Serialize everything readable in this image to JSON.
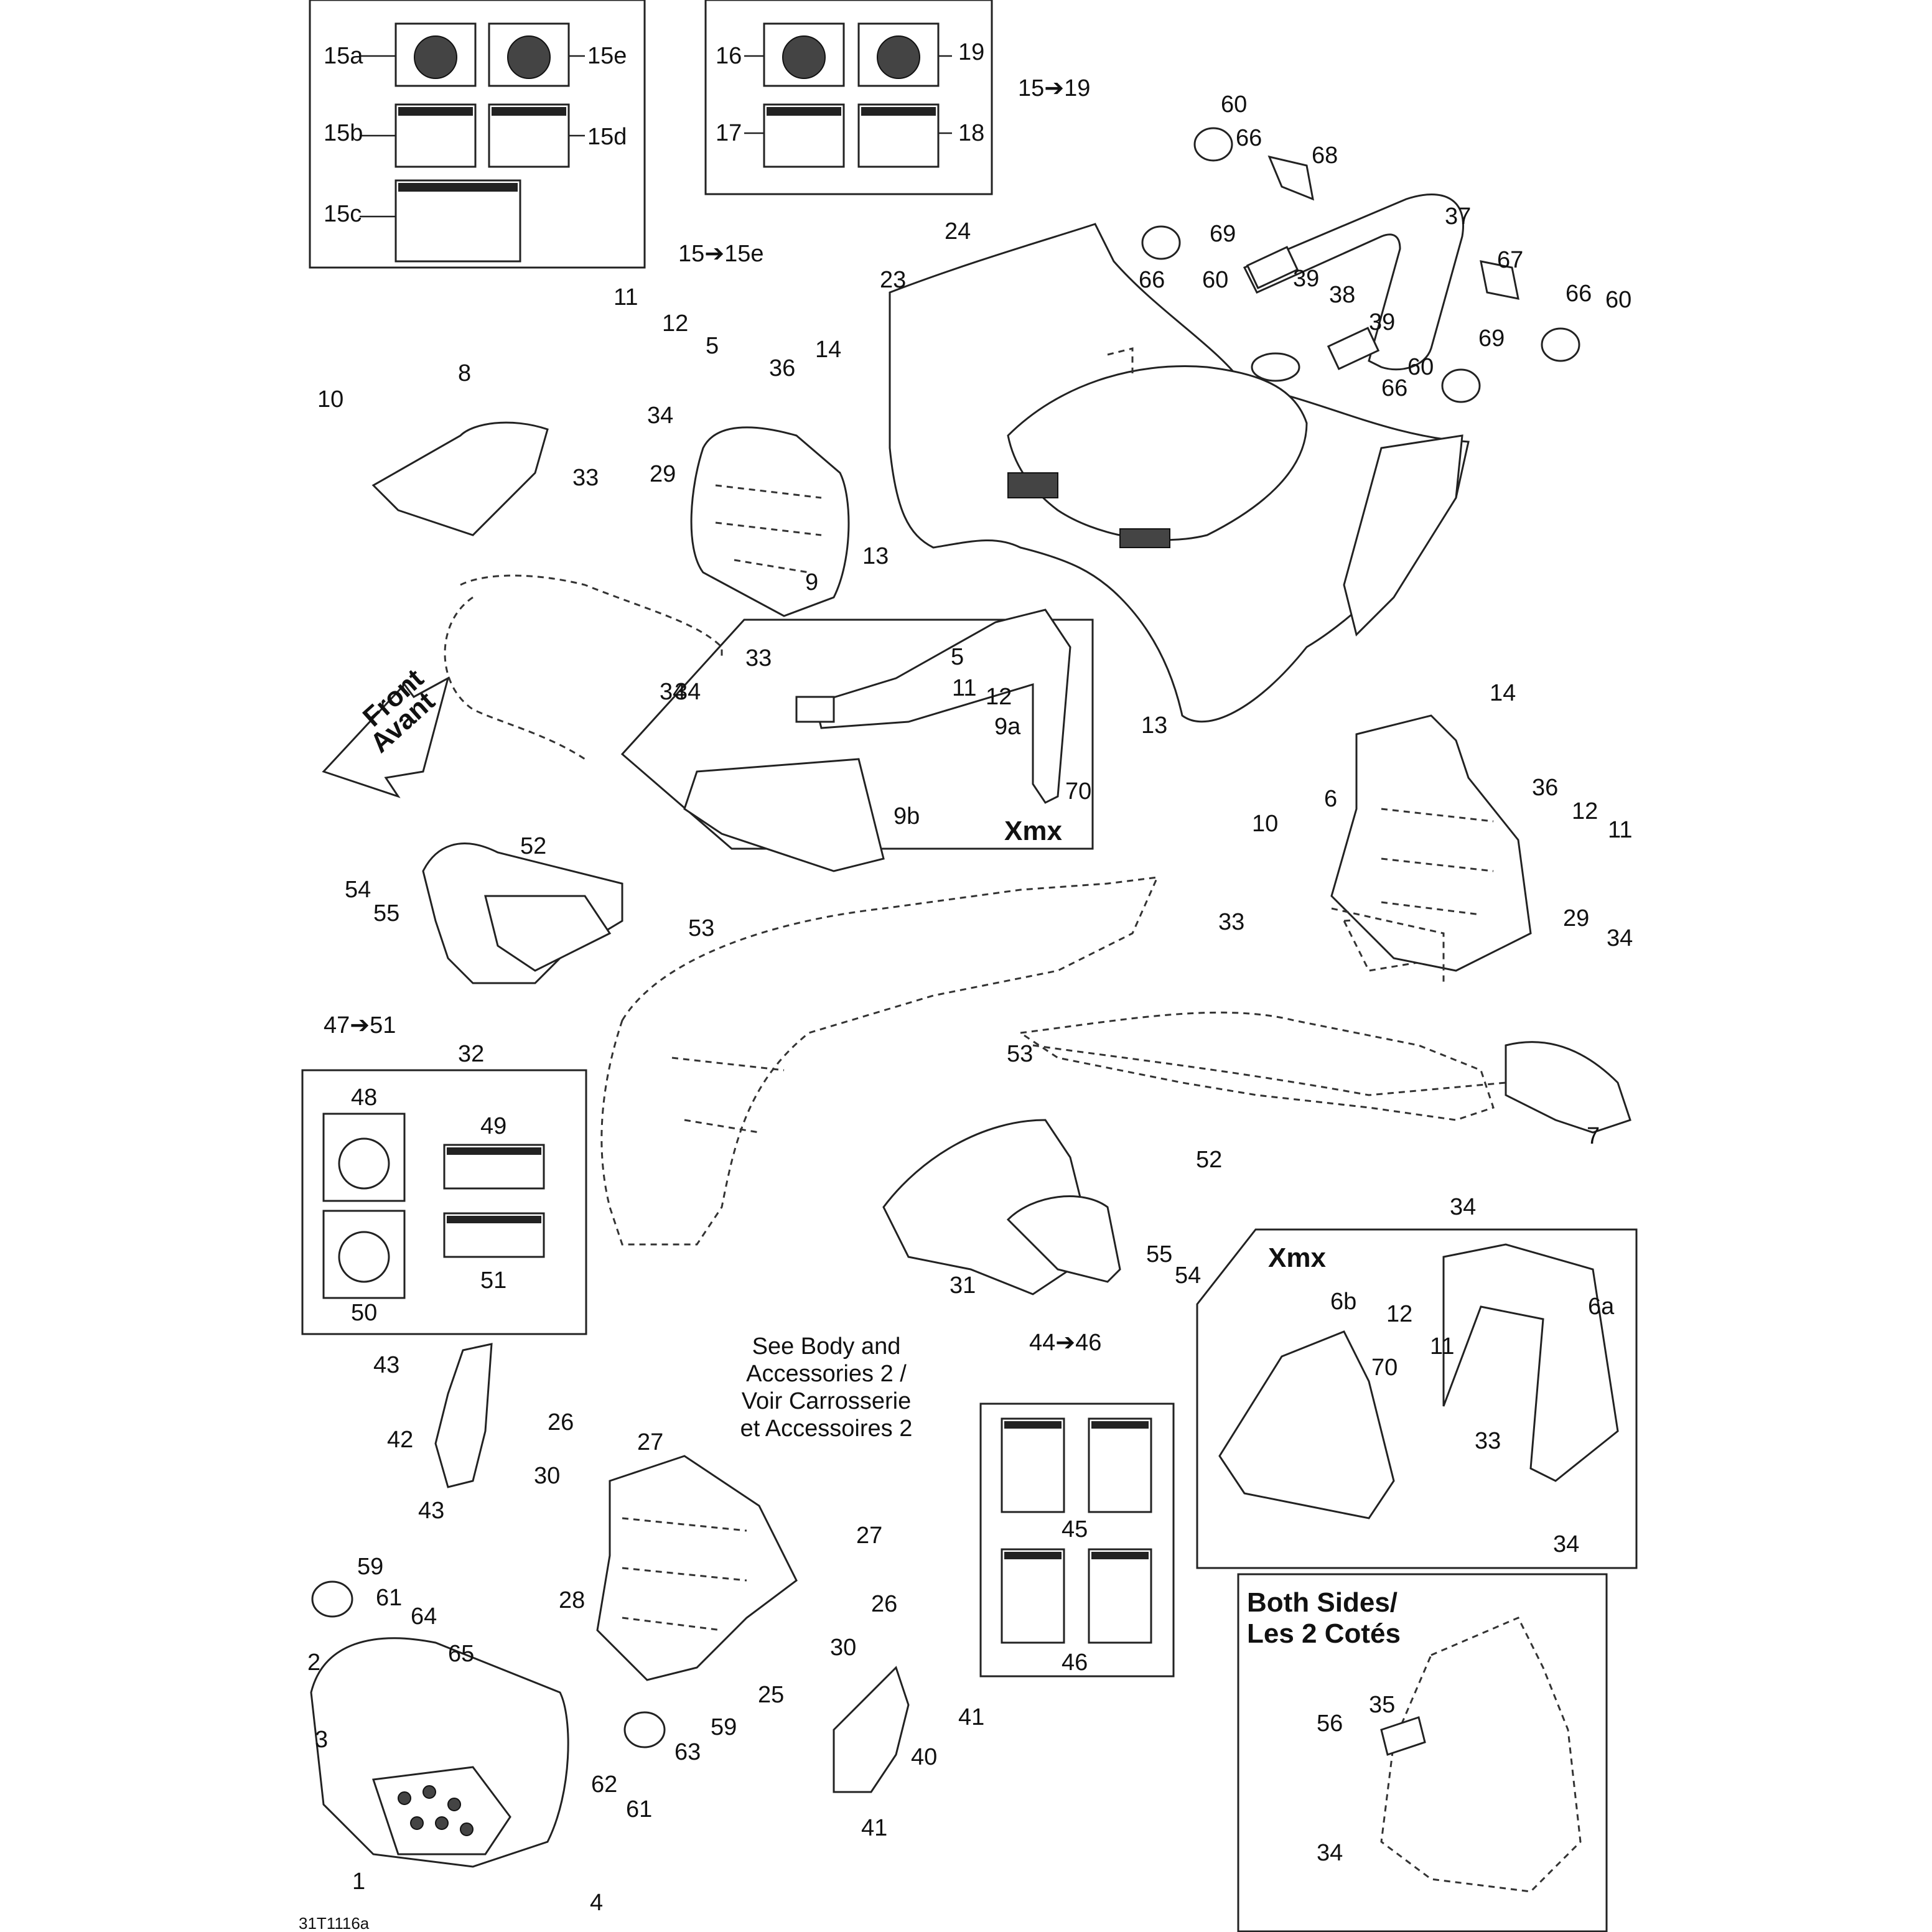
{
  "callouts": [
    "15a",
    "15e",
    "15b",
    "15d",
    "15c",
    "16",
    "19",
    "17",
    "18",
    "15➔19",
    "15➔15e",
    "60",
    "66",
    "68",
    "69",
    "37",
    "24",
    "23",
    "66",
    "60",
    "39",
    "38",
    "39",
    "67",
    "66",
    "60",
    "69",
    "60",
    "66",
    "11",
    "12",
    "5",
    "36",
    "14",
    "8",
    "10",
    "34",
    "29",
    "33",
    "9",
    "13",
    "33",
    "5",
    "11",
    "12",
    "9a",
    "34",
    "9b",
    "70",
    "34",
    "14",
    "6",
    "36",
    "12",
    "11",
    "10",
    "33",
    "29",
    "34",
    "13",
    "52",
    "54",
    "55",
    "53",
    "47➔51",
    "32",
    "53",
    "7",
    "34",
    "48",
    "49",
    "50",
    "51",
    "52",
    "31",
    "55",
    "54",
    "44➔46",
    "6b",
    "12",
    "11",
    "6a",
    "70",
    "33",
    "34",
    "45",
    "46",
    "43",
    "42",
    "43",
    "26",
    "27",
    "30",
    "27",
    "26",
    "28",
    "30",
    "25",
    "59",
    "61",
    "64",
    "65",
    "2",
    "3",
    "63",
    "62",
    "61",
    "59",
    "1",
    "4",
    "41",
    "40",
    "41",
    "35",
    "56",
    "34"
  ],
  "notes": {
    "see_body": [
      "See Body and",
      "Accessories 2 /",
      "Voir Carrosserie",
      "et Accessoires 2"
    ],
    "xmx_top": "Xmx",
    "xmx_bottom": "Xmx",
    "both_sides": [
      "Both Sides/",
      "Les 2 Cotés"
    ],
    "front_arrow": [
      "Front",
      "Avant"
    ],
    "figure_code": "31T1116a"
  }
}
